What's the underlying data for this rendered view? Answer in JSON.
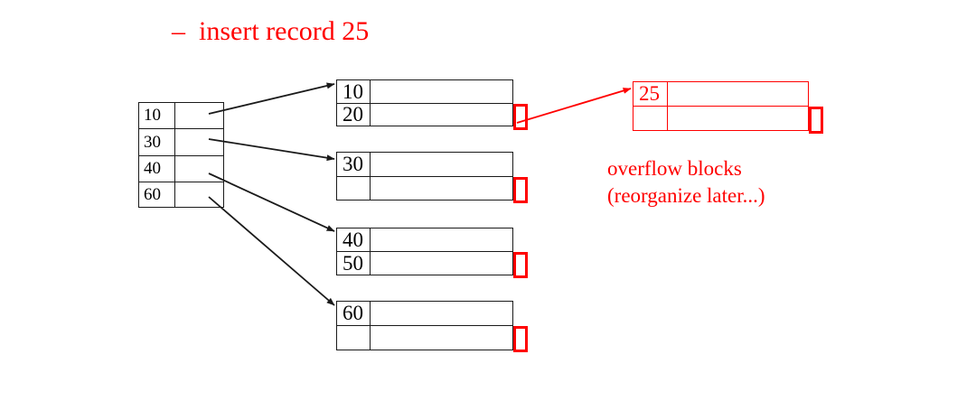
{
  "title": "–  insert record 25",
  "index_block": {
    "name": "index-block",
    "entries": [
      {
        "key": "10"
      },
      {
        "key": "30"
      },
      {
        "key": "40"
      },
      {
        "key": "60"
      }
    ]
  },
  "data_blocks": [
    {
      "id": "block-1",
      "rows": [
        "10",
        "20"
      ],
      "has_overflow_pointer": true
    },
    {
      "id": "block-2",
      "rows": [
        "30",
        ""
      ],
      "has_overflow_pointer": true
    },
    {
      "id": "block-3",
      "rows": [
        "40",
        "50"
      ],
      "has_overflow_pointer": true
    },
    {
      "id": "block-4",
      "rows": [
        "60",
        ""
      ],
      "has_overflow_pointer": true
    }
  ],
  "overflow_block": {
    "id": "overflow-block-1",
    "rows": [
      "25",
      ""
    ],
    "has_overflow_pointer": true
  },
  "captions": {
    "overflow_line1": "overflow blocks",
    "overflow_line2": "(reorganize later...)"
  },
  "colors": {
    "accent_red": "#ff0000",
    "line_black": "#1a1a1a",
    "background": "#ffffff"
  }
}
